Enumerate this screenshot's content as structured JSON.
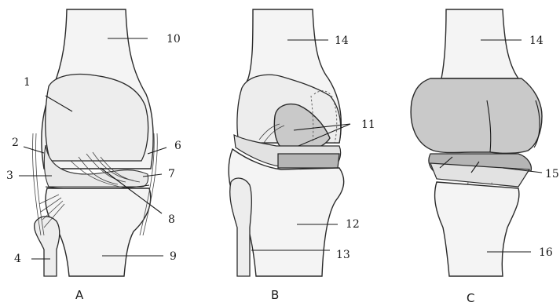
{
  "panels": [
    {
      "id": "A",
      "label": "A"
    },
    {
      "id": "B",
      "label": "B"
    },
    {
      "id": "C",
      "label": "C"
    }
  ],
  "callouts": {
    "n1": "1",
    "n2": "2",
    "n3": "3",
    "n4": "4",
    "n5": "10",
    "n6": "6",
    "n7": "7",
    "n8": "8",
    "n9": "9",
    "n11": "11",
    "n12": "12",
    "n13": "13",
    "n14b": "14",
    "n14c": "14",
    "n15": "15",
    "n16": "16"
  }
}
